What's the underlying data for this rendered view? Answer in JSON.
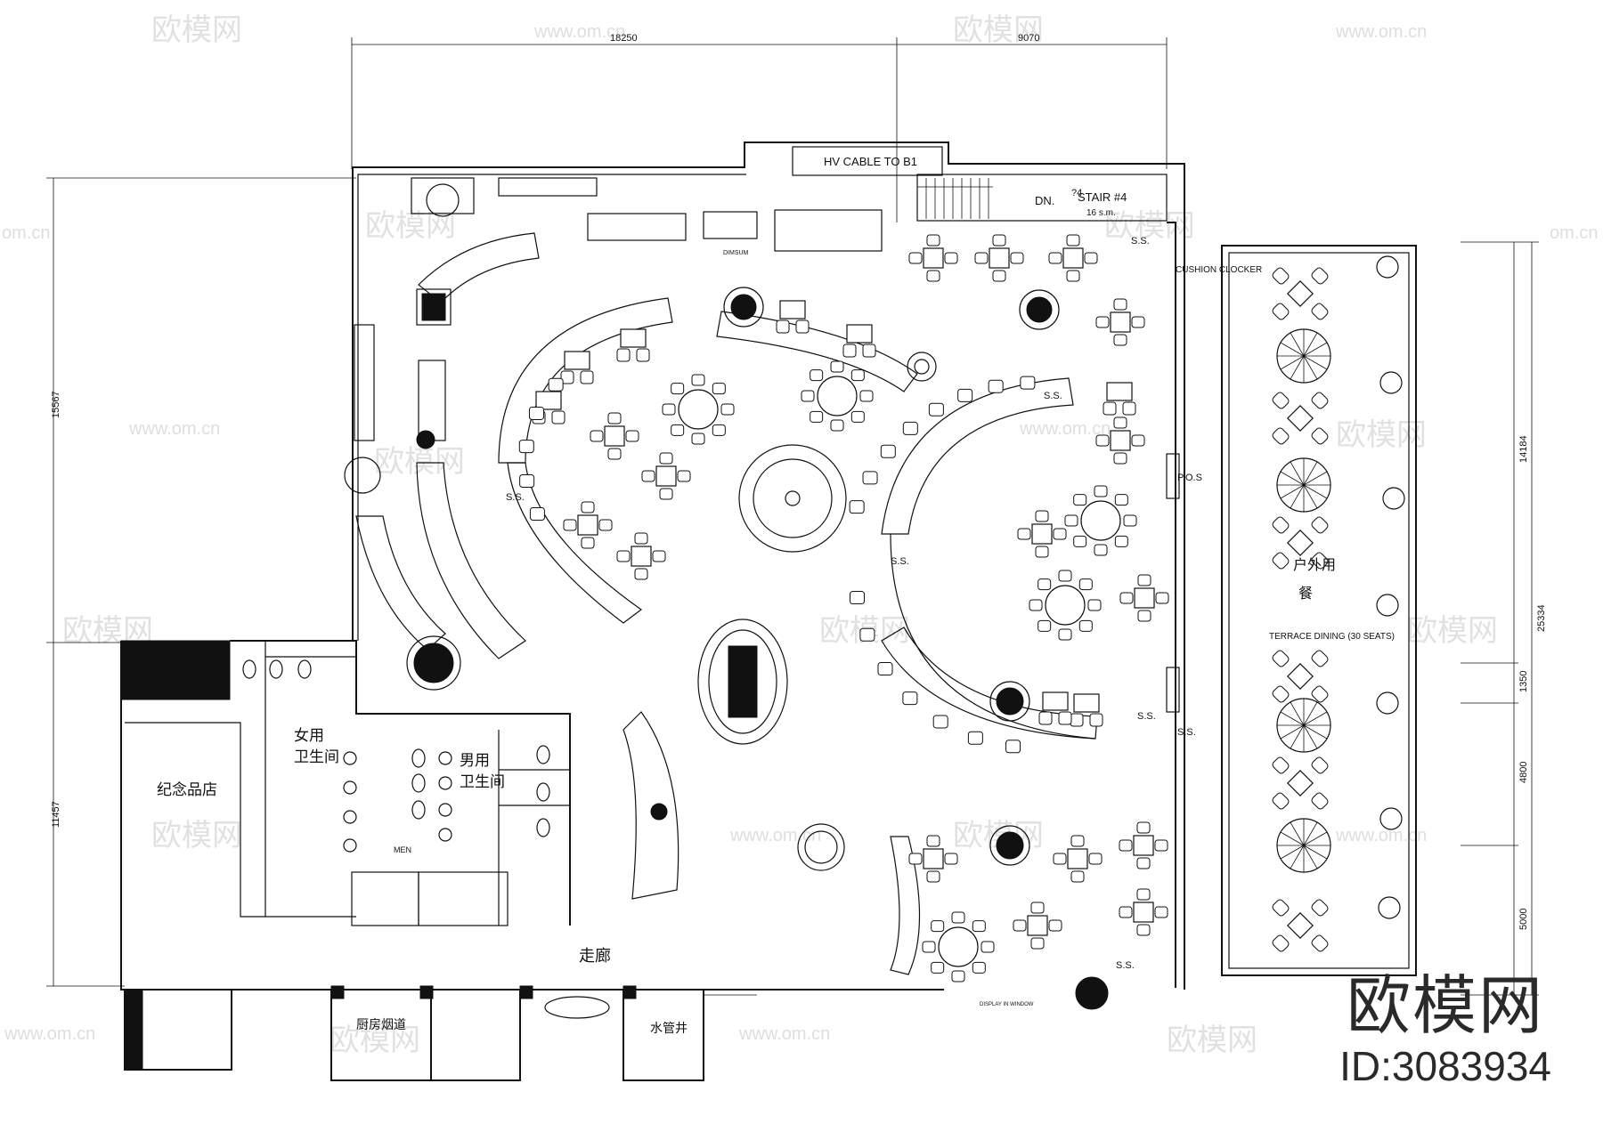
{
  "dimensions": {
    "top": [
      "18250",
      "9070"
    ],
    "left": [
      "15567",
      "11457"
    ],
    "right": [
      "14184",
      "25334",
      "1350",
      "4800",
      "5000"
    ]
  },
  "labels": {
    "hv_cable": "HV CABLE TO B1",
    "stair": "STAIR #4",
    "stair_area": "16 s.m.",
    "dn": "DN.",
    "stair_mark": "?4",
    "cushion": "CUSHION CLOCKER",
    "ss": "S.S.",
    "pos": "P.O.S",
    "dimsum": "DIMSUM",
    "terrace": "TERRACE DINING (30 SEATS)",
    "ladies": [
      "女用",
      "卫生间"
    ],
    "mens": [
      "男用",
      "卫生间"
    ],
    "men_en": "MEN",
    "souvenir": "纪念品店",
    "corridor": "走廊",
    "flue": "厨房烟道",
    "pipe": "水管井",
    "display": "DISPLAY IN WINDOW",
    "terrace_cn": [
      "户外用",
      "餐"
    ]
  },
  "watermark": {
    "cn": "欧模网",
    "url": "www.om.cn",
    "url_short": "om.cn"
  },
  "brand": {
    "name": "欧模网",
    "id": "ID:3083934"
  }
}
